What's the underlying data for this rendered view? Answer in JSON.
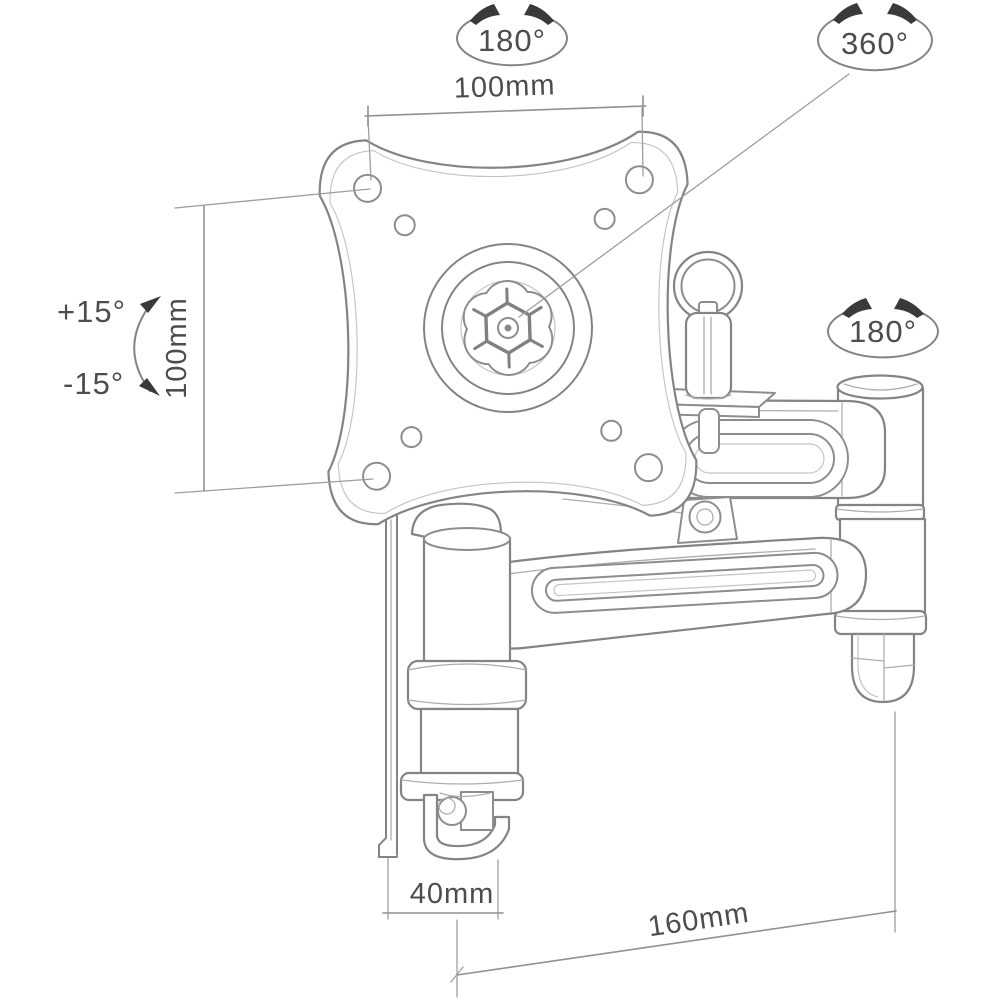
{
  "figure": {
    "type": "technical-line-drawing",
    "subject": "articulating-tv-wall-mount-bracket",
    "background_color": "#ffffff",
    "line_color": "#848484",
    "text_color": "#4d4d4d",
    "arrow_color": "#3a3a3a"
  },
  "labels": {
    "rotation_plate_joint": "180°",
    "rotation_center_knob": "360°",
    "rotation_elbow_joint": "180°",
    "tilt_up": "+15°",
    "tilt_down": "-15°",
    "dim_vesa_width": "100mm",
    "dim_vesa_height": "100mm",
    "dim_wall_offset": "40mm",
    "dim_arm_reach": "160mm"
  }
}
